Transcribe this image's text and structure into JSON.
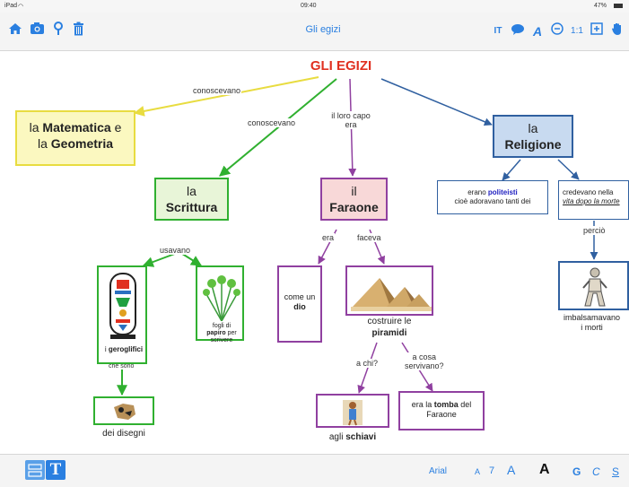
{
  "status": {
    "device": "iPad",
    "time": "09:40",
    "battery": "47%"
  },
  "toolbar": {
    "title": "Gli egizi",
    "language": "IT",
    "zoom": "1:1",
    "left_icons": [
      "home-icon",
      "camera-icon",
      "pin-icon",
      "trash-icon"
    ],
    "right_icons": [
      "speech-bubble-icon",
      "translate-icon",
      "minus-circle-icon",
      "expand-icon",
      "hand-icon"
    ]
  },
  "map": {
    "title": "GLI EGIZI",
    "nodes": {
      "matematica": {
        "pre": "la ",
        "b1": "Matematica",
        "mid": " e",
        "pre2": "la ",
        "b2": "Geometria"
      },
      "scrittura": {
        "l1": "la",
        "b": "Scrittura"
      },
      "faraone": {
        "l1": "il",
        "b": "Faraone"
      },
      "religione": {
        "l1": "la",
        "b": "Religione"
      },
      "politeisti": {
        "pre": "erano ",
        "b": "politeisti",
        "l2": "cioè adoravano tanti dei"
      },
      "vita": {
        "l1": "credevano nella",
        "l2": "vita dopo la morte"
      },
      "geroglifici": {
        "pre": "i ",
        "b": "geroglifici"
      },
      "papiro": {
        "l1": "fogli di",
        "b": "papiro",
        "post": " per",
        "l3": "scrivere"
      },
      "dio": {
        "l1": "come un",
        "b": "dio"
      },
      "piramidi": {
        "l1": "costruire le",
        "b": "piramidi"
      },
      "disegni": {
        "text": "dei disegni"
      },
      "schiavi": {
        "pre": "agli ",
        "b": "schiavi"
      },
      "tomba": {
        "pre": "era la ",
        "b": "tomba",
        "post": " del",
        "l2": "Faraone"
      },
      "imbalsamavano": {
        "l1": "imbalsamavano",
        "l2": "i morti"
      }
    },
    "labels": {
      "conoscevano1": "conoscevano",
      "conoscevano2": "conoscevano",
      "capo1": "il loro capo",
      "capo2": "era",
      "usavano": "usavano",
      "era": "era",
      "faceva": "faceva",
      "chesono": "che sono",
      "achi": "a chi?",
      "acosa1": "a cosa",
      "acosa2": "servivano?",
      "perche": "perciò"
    },
    "colors": {
      "title": "#e03020",
      "yellow_line": "#e8dc40",
      "green_line": "#30b030",
      "purple_line": "#9040a0",
      "blue_line": "#3060a0",
      "yellow_fill": "#fbf8c0",
      "green_fill": "#e8f5d8",
      "pink_fill": "#f8d8d8",
      "blue_fill": "#c8daf0"
    }
  },
  "bottombar": {
    "text_tool": "T",
    "font": "Arial",
    "size_small": "A",
    "size_num": "7",
    "size_medium": "A",
    "size_large": "A",
    "bold": "G",
    "italic": "C",
    "underline": "S"
  }
}
